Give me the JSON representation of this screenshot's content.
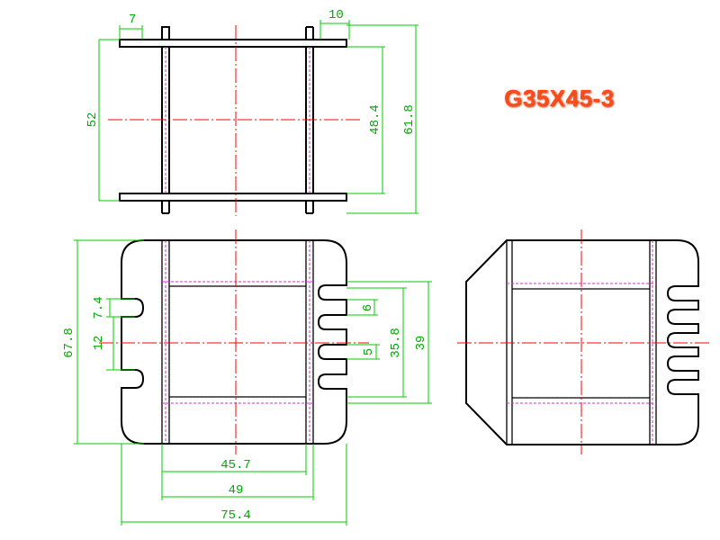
{
  "title": "G35X45-3",
  "colors": {
    "outline": "#000000",
    "center_line": "#ff0000",
    "hidden_line": "#cc33cc",
    "dimension": "#00cc00",
    "title": "#ff4a1a"
  },
  "dimensions": {
    "top_view": {
      "flange_thickness": "7",
      "flange_offset": "10",
      "inner_width": "52",
      "inner_height": "48.4",
      "outer_height": "61.8"
    },
    "front_view": {
      "overall_height": "67.8",
      "notch_width": "7.4",
      "notch_pitch": "12",
      "tooth_width": "6",
      "slot_width": "5",
      "window_height": "35.8",
      "pin_span": "39",
      "window_width": "45.7",
      "bobbin_width": "49",
      "overall_width": "75.4"
    }
  }
}
